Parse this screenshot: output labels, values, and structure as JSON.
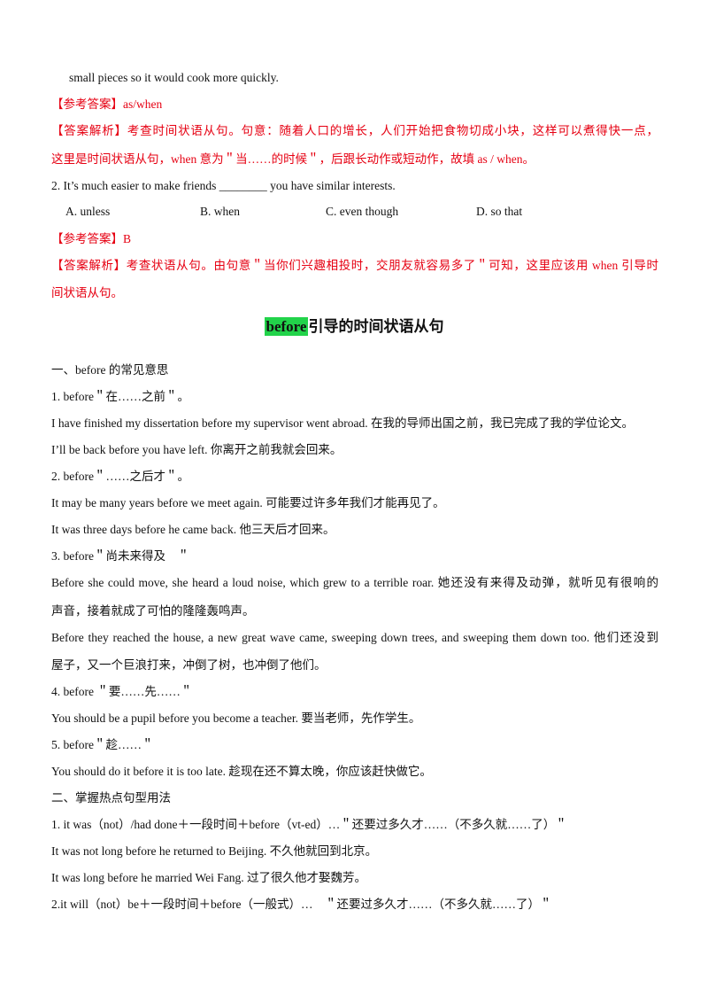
{
  "lines": {
    "l1": "small pieces so it would cook more quickly.",
    "l2": "【参考答案】as/when",
    "l3": "【答案解析】考查时间状语从句。句意：随着人口的增长，人们开始把食物切成小块，这样可以煮得快一点，",
    "l4": "这里是时间状语从句，when 意为＂当……的时候＂，后跟长动作或短动作，故填 as / when。",
    "l5": "2.  It’s much easier to make friends ________ you have similar interests.",
    "l7": "【参考答案】B",
    "l8": "【答案解析】考查状语从句。由句意＂当你们兴趣相投时，交朋友就容易多了＂可知，这里应该用 when 引导时",
    "l9": "间状语从句。",
    "s1": "一、before 的常见意思",
    "s2": "1.  before＂在……之前＂。",
    "s3": "I have finished my dissertation before my supervisor went abroad.  在我的导师出国之前，我已完成了我的学位论文。",
    "s4": "I’ll  be  back  before  you  have  left.  你离开之前我就会回来。",
    "s5": "2.  before＂……之后才＂。",
    "s6": "It  may  be  many  years  before  we  meet  again.  可能要过许多年我们才能再见了。",
    "s7": "It  was  three  days  before  he  came  back.  他三天后才回来。",
    "s8": "3.  before＂尚未来得及　＂",
    "s9": "Before she could move, she heard a loud noise, which grew to a terrible roar. 她还没有来得及动弹，就听见有很响的",
    "s10": "声音，接着就成了可怕的隆隆轰鸣声。",
    "s11": "Before they reached the house, a new great wave came, sweeping down trees, and sweeping them down too. 他们还没到",
    "s12": "屋子，又一个巨浪打来，冲倒了树，也冲倒了他们。",
    "s13": "4.  before ＂要……先……＂",
    "s14": "You should be a pupil before you become a teacher. 要当老师，先作学生。",
    "s15": "5. before＂趁……＂",
    "s16": "You should do it before it is too late. 趁现在还不算太晚，你应该赶快做它。",
    "s17": "二、掌握热点句型用法",
    "s18": "1.  it was（not）/had done＋一段时间＋before（vt-ed）…＂还要过多久才……（不多久就……了）＂",
    "s19": "It was not long before he returned to Beijing. 不久他就回到北京。",
    "s20": "It was long before he married Wei Fang. 过了很久他才娶魏芳。",
    "s21": "2.it will（not）be＋一段时间＋before（一般式）…　＂还要过多久才……（不多久就……了）＂"
  },
  "options": {
    "a": "A.  unless",
    "b": "B.  when",
    "c": "C.  even though",
    "d": "D.  so that"
  },
  "section_title": {
    "highlight": "before",
    "rest": "引导的时间状语从句"
  }
}
